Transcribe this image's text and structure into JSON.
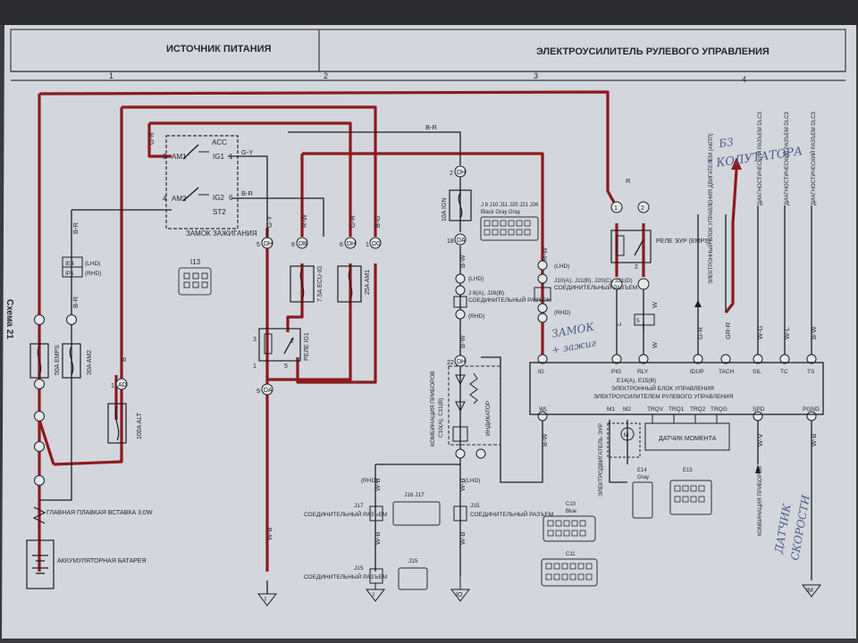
{
  "header": {
    "section_left": "ИСТОЧНИК ПИТАНИЯ",
    "section_right": "ЭЛЕКТРОУСИЛИТЕЛЬ РУЛЕВОГО УПРАВЛЕНИЯ",
    "columns": [
      "1",
      "2",
      "3",
      "4"
    ]
  },
  "side_label": "Схема 21",
  "colors": {
    "wire_red": "#8b1a1f",
    "wire_black": "#1e1e22",
    "paper": "#d6d9df",
    "ink": "#23252b",
    "pen_blue": "#5a6a9a"
  },
  "ignition": {
    "title": "ЗАМОК ЗАЖИГАНИЯ",
    "id": "I13",
    "connector_label": "I13",
    "pins": [
      {
        "num": "3",
        "name": "AM1"
      },
      {
        "num": "4",
        "name": "AM2"
      },
      {
        "name": "ACC"
      },
      {
        "num": "1",
        "name": "IG1"
      },
      {
        "num": "6",
        "name": "IG2"
      },
      {
        "name": "ST2"
      }
    ]
  },
  "connectors": {
    "dh5": "DH",
    "db8": "DB",
    "dh6": "DH",
    "dg1": "DG",
    "da9": "DA",
    "dh2": "DH",
    "da18": "DA",
    "dh22": "DH",
    "ad1": "AD",
    "ad_top": "AD",
    "ae4_lhd": "IE4",
    "ae1_rhd": "IP1"
  },
  "pin_numbers": {
    "dh5": "5",
    "db8": "8",
    "dh6": "6",
    "dg1": "1",
    "da9": "9",
    "dh2": "2",
    "da18": "18",
    "dh22": "22",
    "ad1": "1",
    "r_left": "3",
    "r_right": "5",
    "r_bot_left": "2",
    "r_bot_right": "1",
    "rel_top": "2",
    "j1": "1",
    "j2": "2",
    "ie5": "5",
    "ig8": "8",
    "pig": "PIG",
    "rly": "RLY",
    "wl": "WL"
  },
  "wire_codes": {
    "gr": "G-R",
    "gy": "G-Y",
    "br": "B-R",
    "rw": "R-W",
    "w": "W",
    "b": "B",
    "l": "L",
    "bg": "B-G",
    "w1": "W-B",
    "bw": "B-W",
    "w2": "W-L",
    "br2": "B-R",
    "wb": "W-B",
    "wv": "W-V",
    "r": "R",
    "gwr": "GR-R",
    "wg": "W-G"
  },
  "fuses": [
    {
      "name": "50A EMPS"
    },
    {
      "name": "30A AM2"
    },
    {
      "name": "100A ALT"
    },
    {
      "name": "7.5A ECU-IG"
    },
    {
      "name": "25A AM1"
    },
    {
      "name": "10A IGN"
    }
  ],
  "relays": {
    "ig1": "РЕЛЕ IG1",
    "emps": "РЕЛЕ ЭУР (EMPS)"
  },
  "junction": {
    "j_ids": "J 8   J10   J11   J20   J21   J26",
    "j_colors": "Black  Gray  Gray",
    "j_a": "J10(A), J11(B), J20(C), J21(D)",
    "j_conn": "СОЕДИНИТЕЛЬНЫЙ РАЗЪЕМ",
    "j_a2": "J 8(A), J26(B)",
    "j_rhd": "(RHD)",
    "j_lhd": "(LHD)"
  },
  "cluster": {
    "title": "КОМБИНАЦИЯ ПРИБОРОВ",
    "ids": "C10(A), C11(B)",
    "indicator": "ИНДИКАТОР"
  },
  "ecu": {
    "title_id": "E14(A), E15(B)",
    "title1": "ЭЛЕКТРОННЫЙ БЛОК УПРАВЛЕНИЯ",
    "title2": "ЭЛЕКТРОУСИЛИТЕЛЕМ РУЛЕВОГО УПРАВЛЕНИЯ",
    "pins_top": [
      "IG",
      "PIG",
      "RLY",
      "IDUP",
      "TACH",
      "SIL",
      "TC",
      "TS"
    ],
    "pins_bottom": [
      "WL",
      "M1",
      "M2",
      "TRQV",
      "TRQ1",
      "TRQ2",
      "TRQG",
      "SPD",
      "PGND"
    ],
    "torque_sensor": "ДАТЧИК МОМЕНТА",
    "motor_label": "ЭЛЕКТРОДВИГАТЕЛЬ ЭУР",
    "e14": "E14",
    "e14_color": "Gray",
    "e15": "E15"
  },
  "dlc": {
    "d1": "ДИАГНОСТИЧЕСКИЙ РАЗЪЕМ DLC3",
    "d2": "ДИАГНОСТИЧЕСКИЙ РАЗЪЕМ DLC3",
    "d3": "ДИАГНОСТИЧЕСКИЙ РАЗЪЕМ DLC3",
    "ecu_engine": "ЭЛЕКТРОННЫЙ БЛОК УПРАВЛЕНИЯ ДВИГАТЕЛЕМ (АКПП)"
  },
  "speed_sensor": "КОМБИНАЦИЯ ПРИБОРОВ",
  "battery": {
    "fusible": "ГЛАВНАЯ ПЛАВКАЯ ВСТАВКА 3.0W",
    "label": "АККУМУЛЯТОРНАЯ БАТАРЕЯ"
  },
  "joints": {
    "j17": "J17",
    "j17_label": "СОЕДИНИТЕЛЬНЫЙ РАЗЪЕМ",
    "j16": "J16   J17",
    "j15": "J15",
    "j15_label": "СОЕДИНИТЕЛЬНЫЙ РАЗЪЕМ",
    "j15b": "J15",
    "j15c_label": "СОЕДИНИТЕЛЬНЫЙ РАЗЪЕМ",
    "j15c": "J15",
    "j18": "J15"
  },
  "grounds": {
    "g1": "I",
    "g2": "I",
    "g3": "IO",
    "g4": "IM"
  },
  "connector_ids": {
    "c10": "C10",
    "c10c": "Blue",
    "c11": "C11"
  },
  "lhd": "(LHD)",
  "rhd": "(RHD)",
  "handwritten": {
    "note_top1": "Б3",
    "note_top2": "\" КОЛУТАТОРА",
    "note_mid1": "ЗАМОК",
    "note_mid2": "+ зажиг",
    "note_bot1": "ДАТЧИК",
    "note_bot2": "СКОРОСТИ"
  }
}
